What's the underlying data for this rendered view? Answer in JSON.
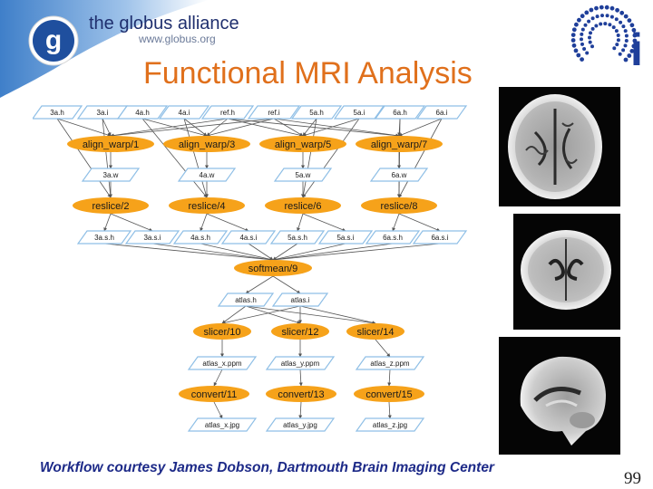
{
  "brand": {
    "name": "the globus alliance",
    "url": "www.globus.org",
    "logo_letter": "g"
  },
  "ci_logo": {
    "letter": "i"
  },
  "slide": {
    "title": "Functional MRI Analysis",
    "credit": "Workflow courtesy James Dobson, Dartmouth Brain Imaging Center",
    "page_number": "99"
  },
  "workflow": {
    "files": {
      "f3ah": "3a.h",
      "f3ai": "3a.i",
      "f4ah": "4a.h",
      "f4ai": "4a.i",
      "refh": "ref.h",
      "refi": "ref.i",
      "f5ah": "5a.h",
      "f5ai": "5a.i",
      "f6ah": "6a.h",
      "f6ai": "6a.i",
      "f3aw": "3a.w",
      "f4aw": "4a.w",
      "f5aw": "5a.w",
      "f6aw": "6a.w",
      "f3ash": "3a.s.h",
      "f3asi": "3a.s.i",
      "f4ash": "4a.s.h",
      "f4asi": "4a.s.i",
      "f5ash": "5a.s.h",
      "f5asi": "5a.s.i",
      "f6ash": "6a.s.h",
      "f6asi": "6a.s.i",
      "atlash": "atlas.h",
      "atlasi": "atlas.i",
      "atlasx_ppm": "atlas_x.ppm",
      "atlasy_ppm": "atlas_y.ppm",
      "atlasz_ppm": "atlas_z.ppm",
      "atlasx_jpg": "atlas_x.jpg",
      "atlasy_jpg": "atlas_y.jpg",
      "atlasz_jpg": "atlas_z.jpg"
    },
    "jobs": {
      "aw1": "align_warp/1",
      "aw3": "align_warp/3",
      "aw5": "align_warp/5",
      "aw7": "align_warp/7",
      "rs2": "reslice/2",
      "rs4": "reslice/4",
      "rs6": "reslice/6",
      "rs8": "reslice/8",
      "sm9": "softmean/9",
      "sl10": "slicer/10",
      "sl12": "slicer/12",
      "sl14": "slicer/14",
      "cv11": "convert/11",
      "cv13": "convert/13",
      "cv15": "convert/15"
    }
  },
  "colors": {
    "job_fill": "#f6a21a",
    "file_stroke": "#8fbfe6",
    "edge": "#555555",
    "title": "#e0701c",
    "credit": "#1d2a88",
    "brand_blue": "#1f4f9e"
  }
}
